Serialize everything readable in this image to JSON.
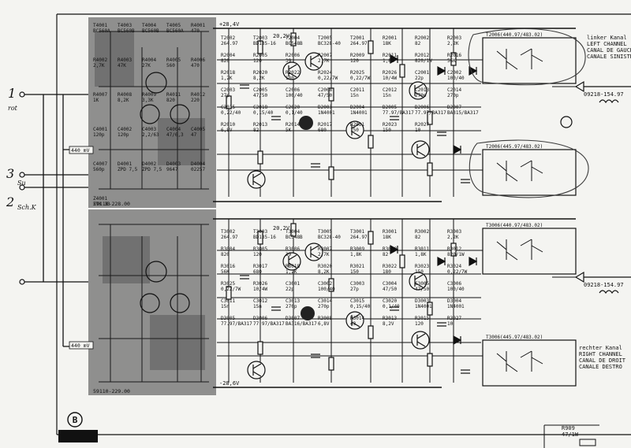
{
  "colors": {
    "ink": "#111111",
    "paper": "#f4f4f1",
    "shade": "#7d7d7d",
    "pencil": "#3a3a3a"
  },
  "labels": {
    "rail_pos": "+28,4V",
    "rail_neg": "-28,6V",
    "rail_20v_top": "20,2V",
    "rail_20v_bot": "20,2V",
    "in_top": "440 mV",
    "in_bot": "440 mV",
    "module_top": "59110-228.00",
    "module_bot": "59110-229.00",
    "left_channel": [
      "linker Kanal",
      "LEFT CHANNEL",
      "CANAL DE GAUCHE",
      "CANALE SINISTRO"
    ],
    "right_channel": [
      "rechter Kanal",
      "RIGHT CHANNEL",
      "CANAL DE DROIT",
      "CANALE DESTRO"
    ],
    "out_top_ref": "09218-154.97",
    "out_bot_ref": "09218-154.97",
    "ic_top1": "T2006(440.97/483.02)",
    "ic_top2": "T2006(445.97/483.02)",
    "ic_bot1": "T3006(440.97/483.02)",
    "ic_bot2": "T3006(445.97/483.02)",
    "r909": "R909",
    "r909_val": "47/1W",
    "badge": "B"
  },
  "handwriting": {
    "n1": "1",
    "n1_sub": "rot",
    "n3": "3",
    "n3_sub": "Su",
    "n2": "2",
    "n2_sub": "Sch.K"
  },
  "parts_top": [
    [
      "T2002",
      "264.97"
    ],
    [
      "T2003",
      "BD135-16"
    ],
    [
      "T2004",
      "BC548B"
    ],
    [
      "T2005",
      "BC328-40"
    ],
    [
      "T2001",
      "264.97"
    ],
    [
      "R2001",
      "18K"
    ],
    [
      "R2002",
      "82"
    ],
    [
      "R2003",
      "2,2K"
    ],
    [
      "R2004",
      "820"
    ],
    [
      "R2005",
      "120"
    ],
    [
      "R2006",
      "39"
    ],
    [
      "R2007",
      "2,7K"
    ],
    [
      "R2009",
      "120"
    ],
    [
      "R2011",
      "1,8K"
    ],
    [
      "R2012",
      "820/1W"
    ],
    [
      "R2016",
      "56K"
    ],
    [
      "R2018",
      "1,2K"
    ],
    [
      "R2020",
      "8,2K"
    ],
    [
      "R2022",
      "180"
    ],
    [
      "R2024",
      "0,22/7W"
    ],
    [
      "R2025",
      "0,22/7W"
    ],
    [
      "R2026",
      "10/4W"
    ],
    [
      "C2001",
      "22p"
    ],
    [
      "C2002",
      "100/40"
    ],
    [
      "C2003",
      "27p"
    ],
    [
      "C2005",
      "47/50"
    ],
    [
      "C2006",
      "100/40"
    ],
    [
      "C2008",
      "47/50"
    ],
    [
      "C2011",
      "15n"
    ],
    [
      "C2012",
      "15n"
    ],
    [
      "C2013",
      "270p"
    ],
    [
      "C2014",
      "270p"
    ],
    [
      "C2015",
      "0,22/40"
    ],
    [
      "C2018",
      "0,15/40"
    ],
    [
      "C2020",
      "0,1/40"
    ],
    [
      "D2003",
      "1N4001"
    ],
    [
      "D2004",
      "1N4001"
    ],
    [
      "D2005",
      "77.97/BA317"
    ],
    [
      "D2006",
      "77.97/BA317"
    ],
    [
      "D2007",
      "BA315/BA317"
    ],
    [
      "R2010",
      "6,8V"
    ],
    [
      "R2013",
      "82"
    ],
    [
      "R2014",
      "5K"
    ],
    [
      "R2017",
      "680"
    ],
    [
      "R2021",
      "150"
    ],
    [
      "R2023",
      "150"
    ],
    [
      "R2027",
      "10"
    ]
  ],
  "parts_module": [
    [
      "T4001",
      "BC560A"
    ],
    [
      "T4003",
      "BC560B"
    ],
    [
      "T4004",
      "BC560B"
    ],
    [
      "T4005",
      "BC560A"
    ],
    [
      "R4001",
      "470"
    ],
    [
      "R4002",
      "2,7K"
    ],
    [
      "R4003",
      "47K"
    ],
    [
      "R4004",
      "27K"
    ],
    [
      "R4005",
      "560"
    ],
    [
      "R4006",
      "470"
    ],
    [
      "R4007",
      "1K"
    ],
    [
      "R4008",
      "8,2K"
    ],
    [
      "R4009",
      "3,3K"
    ],
    [
      "R4011",
      "820"
    ],
    [
      "R4012",
      "220"
    ],
    [
      "C4001",
      "120p"
    ],
    [
      "C4002",
      "120p"
    ],
    [
      "C4003",
      "2,2/63"
    ],
    [
      "C4004",
      "47/6,3"
    ],
    [
      "C4005",
      "47"
    ],
    [
      "C4007",
      "560p"
    ],
    [
      "D4001",
      "ZPD 7,5"
    ],
    [
      "D4002",
      "ZPD 7,5"
    ],
    [
      "D4003",
      "9647"
    ],
    [
      "D4004",
      "02257"
    ],
    [
      "Z4001",
      "ZTK 33"
    ]
  ],
  "parts_bot": [
    [
      "T3002",
      "264.97"
    ],
    [
      "T3003",
      "BD135-16"
    ],
    [
      "T3004",
      "BC548B"
    ],
    [
      "T3005",
      "BC328-40"
    ],
    [
      "T3001",
      "264.97"
    ],
    [
      "R3001",
      "18K"
    ],
    [
      "R3002",
      "82"
    ],
    [
      "R3003",
      "2,2K"
    ],
    [
      "R3004",
      "820"
    ],
    [
      "R3005",
      "120"
    ],
    [
      "R3006",
      "39"
    ],
    [
      "R3007",
      "2,7K"
    ],
    [
      "R3009",
      "1,8K"
    ],
    [
      "R3010",
      "82"
    ],
    [
      "R3011",
      "1,8K"
    ],
    [
      "R3012",
      "820/1W"
    ],
    [
      "R3016",
      "56K"
    ],
    [
      "R3017",
      "680"
    ],
    [
      "R3018",
      "1,2K"
    ],
    [
      "R3020",
      "8,2K"
    ],
    [
      "R3021",
      "150"
    ],
    [
      "R3022",
      "180"
    ],
    [
      "R3023",
      "150"
    ],
    [
      "R3024",
      "0,22/7W"
    ],
    [
      "R3025",
      "0,22/7W"
    ],
    [
      "R3026",
      "10/4W"
    ],
    [
      "C3001",
      "22p"
    ],
    [
      "C3002",
      "100/40"
    ],
    [
      "C3003",
      "27p"
    ],
    [
      "C3004",
      "47/50"
    ],
    [
      "C3005",
      "47/50"
    ],
    [
      "C3006",
      "100/40"
    ],
    [
      "C3011",
      "15n"
    ],
    [
      "C3012",
      "15n"
    ],
    [
      "C3013",
      "270p"
    ],
    [
      "C3014",
      "270p"
    ],
    [
      "C3015",
      "0,15/40"
    ],
    [
      "C3020",
      "0,1/40"
    ],
    [
      "D3003",
      "1N4001"
    ],
    [
      "D3004",
      "1N4001"
    ],
    [
      "D3005",
      "77.97/BA317"
    ],
    [
      "D3006",
      "77.97/BA317"
    ],
    [
      "D3007",
      "BA316/BA317"
    ],
    [
      "R3008",
      "6,8V"
    ],
    [
      "R3014",
      "43"
    ],
    [
      "R3013",
      "8,2V"
    ],
    [
      "R3015",
      "120"
    ],
    [
      "R3027",
      "10"
    ]
  ]
}
